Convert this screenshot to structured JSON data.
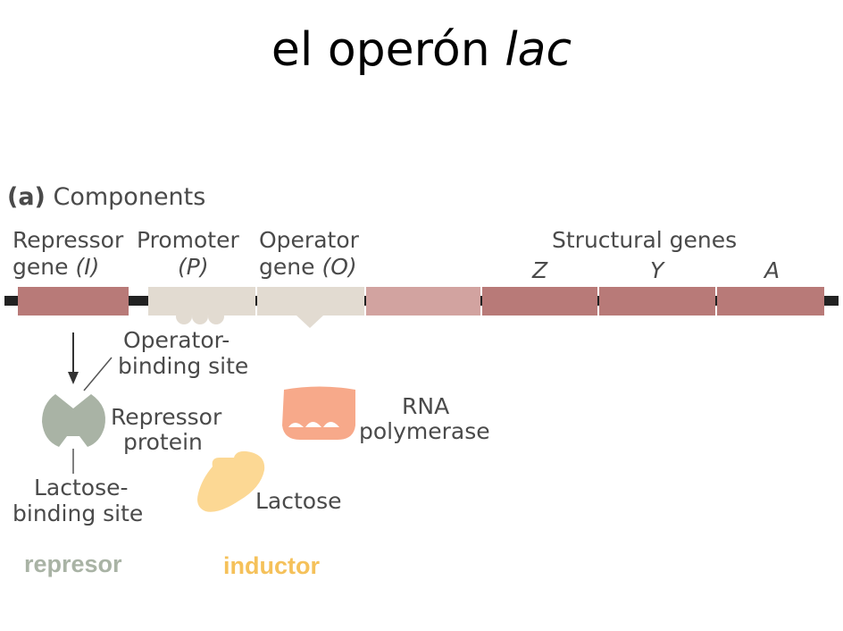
{
  "title": {
    "main": "el operón",
    "italic": "lac"
  },
  "section_label": "(a)",
  "section_title": "Components",
  "gene_labels": {
    "repressor_line1": "Repressor",
    "repressor_line2": "gene",
    "repressor_symbol": "(I)",
    "promoter_line1": "Promoter",
    "promoter_symbol": "(P)",
    "operator_line1": "Operator",
    "operator_line2": "gene",
    "operator_symbol": "(O)",
    "structural": "Structural genes",
    "z": "Z",
    "y": "Y",
    "a": "A"
  },
  "component_labels": {
    "operator_binding_line1": "Operator-",
    "operator_binding_line2": "binding site",
    "repressor_protein_line1": "Repressor",
    "repressor_protein_line2": "protein",
    "lactose_binding_line1": "Lactose-",
    "lactose_binding_line2": "binding site",
    "rna_line1": "RNA",
    "rna_line2": "polymerase",
    "lactose": "Lactose"
  },
  "bottom_labels": {
    "represor": "represor",
    "inductor": "inductor"
  },
  "colors": {
    "gene_red": "#b87a78",
    "light_red": "#d2a3a0",
    "beige": "#e2dbd1",
    "repressor_grey": "#a9b3a5",
    "rna_orange": "#f7a98a",
    "lactose_yellow": "#fcd894",
    "represor_text": "#a9b3a5",
    "inductor_text": "#f5c15a"
  }
}
